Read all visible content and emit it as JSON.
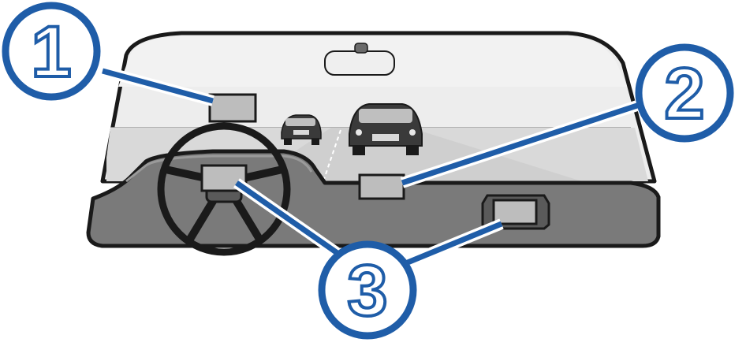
{
  "diagram": {
    "subject": "vehicle-windshield-mounting-locations",
    "callouts": [
      {
        "id": 1,
        "label": "1",
        "target": "device-upper-left-windshield"
      },
      {
        "id": 2,
        "label": "2",
        "target": "device-lower-center-windshield"
      },
      {
        "id": 3,
        "label": "3",
        "target": "device-dashboard-steering-and-vent"
      }
    ],
    "colors": {
      "callout_blue": "#1f5da8",
      "outline": "#1a1a1a",
      "windshield": "#e6e6e6",
      "dashboard": "#7a7a7a",
      "road": "#cfcfcf",
      "device": "#bdbdbd"
    }
  }
}
